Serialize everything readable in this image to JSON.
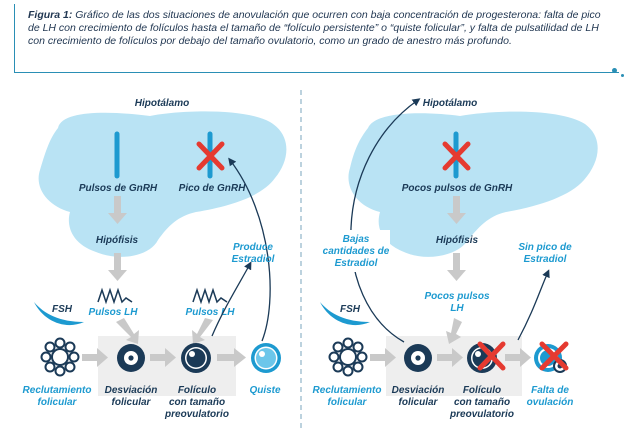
{
  "caption": {
    "label": "Figura 1:",
    "text": "Gráfico de las dos situaciones de anovulación que ocurren con baja concentración de progesterona: falta de pico de LH con crecimiento de folículos hasta el tamaño de “folículo persistente” o “quiste folicular”, y falta de pulsatilidad de LH con crecimiento de folículos por debajo del tamaño ovulatorio, como un grado de anestro más profundo."
  },
  "left": {
    "hypothalamus": "Hipotálamo",
    "pulses_gnrh": "Pulsos de GnRH",
    "peak_gnrh": "Pico de GnRH",
    "hypophysis": "Hipófisis",
    "produces_estradiol_1": "Produce",
    "produces_estradiol_2": "Estradiol",
    "fsh": "FSH",
    "lh_pulses_1": "Pulsos LH",
    "lh_pulses_2": "Pulsos LH",
    "stage1_line1": "Reclutamiento",
    "stage1_line2": "folicular",
    "stage2_line1": "Desviación",
    "stage2_line2": "folicular",
    "stage3_line1": "Folículo",
    "stage3_line2": "con tamaño",
    "stage3_line3": "preovulatorio",
    "stage4": "Quiste"
  },
  "right": {
    "hypothalamus": "Hipotálamo",
    "few_pulses_gnrh": "Pocos pulsos de GnRH",
    "hypophysis": "Hipófisis",
    "low_estradiol_1": "Bajas",
    "low_estradiol_2": "cantidades de",
    "low_estradiol_3": "Estradiol",
    "no_peak_1": "Sin pico de",
    "no_peak_2": "Estradiol",
    "fsh": "FSH",
    "few_lh_1": "Pocos pulsos",
    "few_lh_2": "LH",
    "stage1_line1": "Reclutamiento",
    "stage1_line2": "folicular",
    "stage2_line1": "Desviación",
    "stage2_line2": "folicular",
    "stage3_line1": "Folículo",
    "stage3_line2": "con tamaño",
    "stage3_line3": "preovulatorio",
    "stage4_line1": "Falta de",
    "stage4_line2": "ovulación"
  },
  "colors": {
    "blob": "#b9e3f4",
    "dark_blue": "#1b3a57",
    "cyan": "#1d9ad0",
    "red_cross": "#e53a30",
    "grey_arrow": "#c9c9c9",
    "grey_box": "#eeeeee"
  }
}
